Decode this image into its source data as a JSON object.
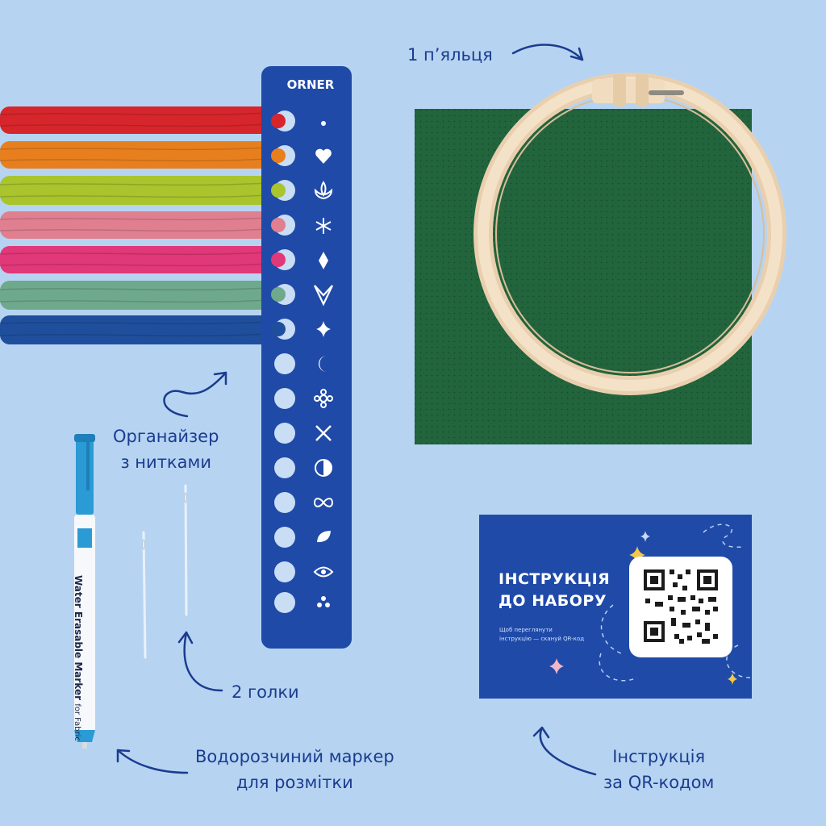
{
  "labels": {
    "hoop": "1 п’яльця",
    "organizer_line1": "Органайзер",
    "organizer_line2": "з нитками",
    "needles": "2 голки",
    "marker_line1": "Водорозчиний маркер",
    "marker_line2": "для розмітки",
    "instruction_line1": "Інструкція",
    "instruction_line2": "за QR-кодом"
  },
  "organizer": {
    "brand": "ORNER",
    "symbols": [
      "dot-icon",
      "heart-icon",
      "lotus-icon",
      "snowflake-icon",
      "diamond-icon",
      "chevron-icon",
      "sparkle-icon",
      "moon-icon",
      "flower-icon",
      "cross-icon",
      "half-moon-icon",
      "infinity-icon",
      "leaf-icon",
      "eye-icon",
      "trefoil-icon"
    ]
  },
  "card": {
    "title_line1": "ІНСТРУКЦІЯ",
    "title_line2": "ДО НАБОРУ",
    "subtitle_line1": "Щоб переглянути",
    "subtitle_line2": "інструкцію — скануй QR-код"
  },
  "marker": {
    "text": "Water Erasable Marker",
    "text2": "for Fabric"
  },
  "colors": {
    "background": "#b6d4f2",
    "brand_blue": "#1f4aa8",
    "fabric_green": "#22653d",
    "hoop_wood": "#f1dcc0",
    "threads": [
      "#d6262b",
      "#e87f1e",
      "#a9c42c",
      "#e07f90",
      "#e03878",
      "#6fa98c",
      "#1f4f9c"
    ]
  }
}
